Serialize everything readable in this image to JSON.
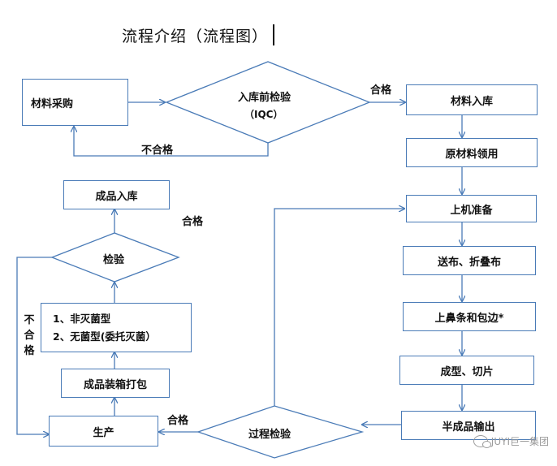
{
  "title": "流程介绍（流程图）",
  "nodes": {
    "material_purchase": "材料采购",
    "pre_storage_inspection": "入库前检验",
    "iqc": "（IQC）",
    "material_storage": "材料入库",
    "raw_material_issue": "原材料领用",
    "machine_prep": "上机准备",
    "feed_fold": "送布、折叠布",
    "nose_edge": "上鼻条和包边*",
    "forming_cutting": "成型、切片",
    "semi_output": "半成品输出",
    "process_inspection": "过程检验",
    "production": "生产",
    "packing": "成品装箱打包",
    "type_line1": "1、非灭菌型",
    "type_line2": "2、无菌型(委托灭菌）",
    "inspection": "检验",
    "finished_storage": "成品入库"
  },
  "labels": {
    "qualified_top": "合格",
    "unqualified_top": "不合格",
    "qualified_mid": "合格",
    "unqualified_left": [
      "不",
      "合",
      "格"
    ],
    "qualified_bottom": "合格"
  },
  "watermark": "JUYI巨一集团",
  "colors": {
    "line": "#4a7bb7",
    "box_border": "#4a7bb7"
  }
}
